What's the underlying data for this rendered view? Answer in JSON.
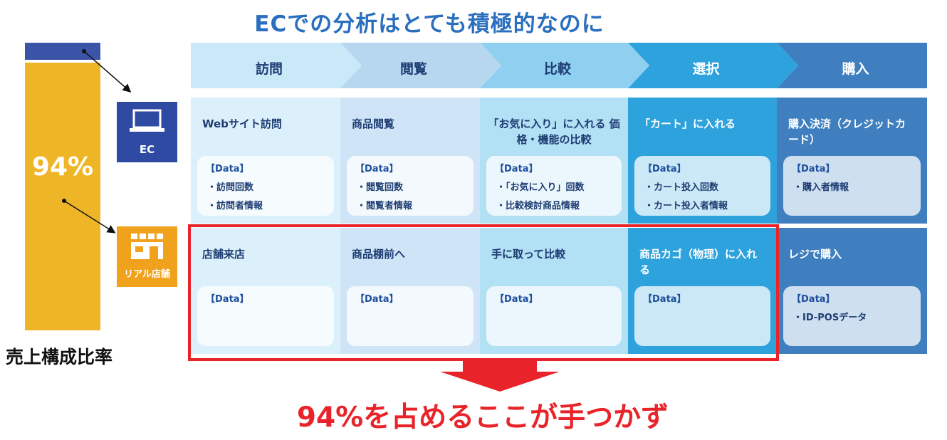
{
  "headline": "ECでの分析はとても積極的なのに",
  "ratio": {
    "value": "94%",
    "caption": "売上構成比率"
  },
  "channels": {
    "ec_label": "EC",
    "store_label": "リアル店舗"
  },
  "stages": [
    {
      "label": "訪問",
      "fill": "#c9e8f8",
      "text_color": "#1d3c72"
    },
    {
      "label": "閲覧",
      "fill": "#b7d7f0",
      "text_color": "#1d3c72"
    },
    {
      "label": "比較",
      "fill": "#8fd0f0",
      "text_color": "#1d3c72"
    },
    {
      "label": "選択",
      "fill": "#2ea2dc",
      "text_color": "#ffffff"
    },
    {
      "label": "購入",
      "fill": "#3f7fbf",
      "text_color": "#ffffff"
    }
  ],
  "ec_row": [
    {
      "title": "Webサイト訪問",
      "data_title": "【Data】",
      "items": [
        "・訪問回数",
        "・訪問者情報"
      ]
    },
    {
      "title": "商品閲覧",
      "data_title": "【Data】",
      "items": [
        "・閲覧回数",
        "・閲覧者情報"
      ]
    },
    {
      "title": "「お気に入り」に入れる 価格・機能の比較",
      "data_title": "【Data】",
      "items": [
        "・「お気に入り」回数",
        "・比較検討商品情報"
      ]
    },
    {
      "title": "「カート」に入れる",
      "data_title": "【Data】",
      "items": [
        "・カート投入回数",
        "・カート投入者情報"
      ]
    },
    {
      "title": "購入決済（クレジットカード）",
      "data_title": "【Data】",
      "items": [
        "・購入者情報"
      ]
    }
  ],
  "store_row": [
    {
      "title": "店舗来店",
      "data_title": "【Data】",
      "items": []
    },
    {
      "title": "商品棚前へ",
      "data_title": "【Data】",
      "items": []
    },
    {
      "title": "手に取って比較",
      "data_title": "【Data】",
      "items": []
    },
    {
      "title": "商品カゴ（物理）に入れる",
      "data_title": "【Data】",
      "items": []
    },
    {
      "title": "レジで購入",
      "data_title": "【Data】",
      "items": [
        "・ID-POSデータ"
      ]
    }
  ],
  "cell_colors": {
    "ec": [
      "#dcf0fb",
      "#cfe5f7",
      "#b2e0f5",
      "#2ea2dc",
      "#3f7fbf"
    ],
    "store": [
      "#dcf0fb",
      "#cfe5f7",
      "#b2e0f5",
      "#2ea2dc",
      "#3f7fbf"
    ]
  },
  "conclusion": "94%を占めるここが手つかず",
  "colors": {
    "accent_red": "#e8242a",
    "headline_blue": "#2a6fbf",
    "ec_navy": "#2f4aa3",
    "store_orange": "#f0a21c",
    "ratio_gold": "#eeb527"
  }
}
